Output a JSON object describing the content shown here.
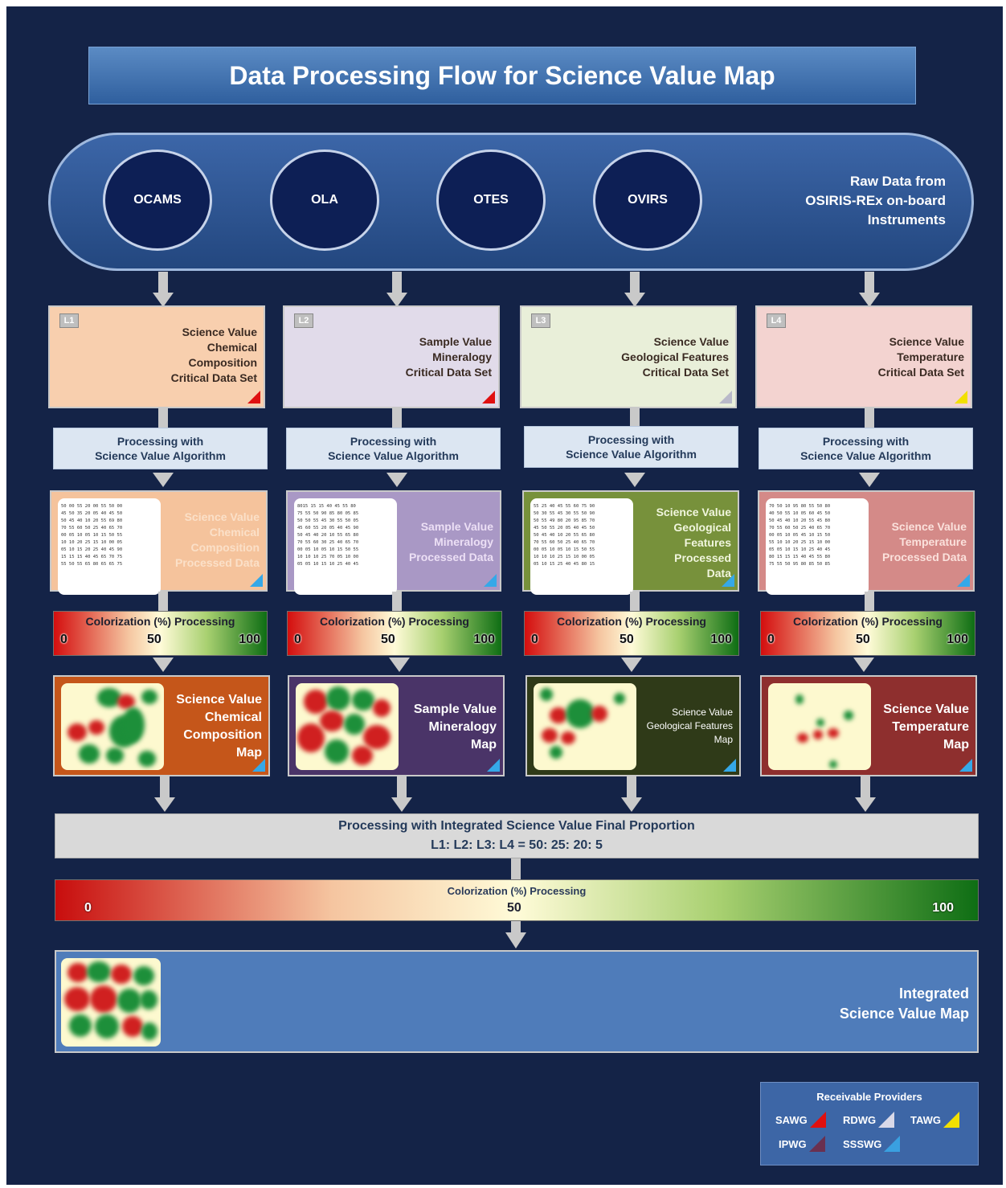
{
  "title": "Data Processing Flow for Science Value Map",
  "instruments": [
    "OCAMS",
    "OLA",
    "OTES",
    "OVIRS"
  ],
  "raw_label": [
    "Raw Data from",
    "OSIRIS-REx on-board",
    "Instruments"
  ],
  "datasets": [
    {
      "level": "L1",
      "lines": [
        "Science Value",
        "Chemical",
        "Composition",
        "Critical Data Set"
      ],
      "bg": "#f8cfae",
      "corner": "#e01010"
    },
    {
      "level": "L2",
      "lines": [
        "Sample Value",
        "Mineralogy",
        "Critical Data Set"
      ],
      "bg": "#e1dbea",
      "corner": "#e01010"
    },
    {
      "level": "L3",
      "lines": [
        "Science Value",
        "Geological Features",
        "Critical Data Set"
      ],
      "bg": "#e9efd9",
      "corner": "#b9b9c9"
    },
    {
      "level": "L4",
      "lines": [
        "Science Value",
        "Temperature",
        "Critical Data Set"
      ],
      "bg": "#f3d3d0",
      "corner": "#f2e000"
    }
  ],
  "algorithm": [
    "Processing with",
    "Science Value Algorithm"
  ],
  "processed": [
    {
      "lines": [
        "Science Value",
        "Chemical",
        "Composition",
        "Processed Data"
      ],
      "bg": "#f5c39c",
      "color": "#fbe0c8",
      "numbers": "50 00 55 20 00 55 50 00\n45 50 35 20 05 40 45 50\n50 45 40 10 20 55 69 80\n70 55 60 50 25 40 65 70\n00 05 10 05 10 15 50 55\n10 10 20 25 15 10 00 05\n05 10 15 20 25 40 45 90\n15 15 15 40 45 65 70 75\n55 50 55 65 80 65 65 75"
    },
    {
      "lines": [
        "Sample Value",
        "Mineralogy",
        "Processed Data"
      ],
      "bg": "#a998c5",
      "color": "#ecdff5",
      "numbers": "8015 15 15 40 45 55 80\n75 55 50 90 85 80 05 85\n50 50 55 45 30 55 50 05\n45 60 55 20 05 40 45 90\n50 45 40 20 10 55 65 80\n70 55 60 30 25 40 65 70\n00 05 10 05 10 15 50 55\n10 10 10 25 70 05 10 00\n05 05 10 15 10 25 40 45"
    },
    {
      "lines": [
        "Science Value",
        "Geological",
        "Features",
        "Processed",
        "Data"
      ],
      "bg": "#77913b",
      "color": "#f1f6de",
      "numbers": "55 25 40 45 55 60 75 90\n50 30 55 45 30 55 50 90\n50 55 49 80 20 95 85 70\n45 50 55 20 05 40 45 50\n50 45 40 10 20 55 65 80\n70 55 60 50 25 40 65 70\n00 05 10 05 10 15 50 55\n10 10 10 25 15 10 00 05\n05 10 15 25 40 45 80 15"
    },
    {
      "lines": [
        "Science Value",
        "Temperature",
        "Processed Data"
      ],
      "bg": "#d48a88",
      "color": "#fbe1dc",
      "numbers": "70 50 10 95 80 55 50 80\n40 50 55 10 05 60 45 50\n50 45 40 10 20 55 45 80\n70 55 60 50 25 40 65 70\n00 05 10 05 45 10 15 50\n55 10 10 20 25 15 10 00\n05 05 10 15 10 25 40 45\n80 15 15 15 40 45 55 80\n75 55 50 95 80 85 50 85"
    }
  ],
  "colorization": {
    "label": "Colorization (%) Processing",
    "min": "0",
    "mid": "50",
    "max": "100"
  },
  "maps": [
    {
      "lines": [
        "Science Value",
        "Chemical",
        "Composition",
        "Map"
      ],
      "bg": "#c5561a"
    },
    {
      "lines": [
        "Sample Value",
        "Mineralogy",
        "Map"
      ],
      "bg": "#4a3468"
    },
    {
      "lines": [
        "Science Value",
        "Geological Features",
        "Map"
      ],
      "bg": "#2f3a18"
    },
    {
      "lines": [
        "Science Value",
        "Temperature",
        "Map"
      ],
      "bg": "#8e2f2e"
    }
  ],
  "final_processing": [
    "Processing with Integrated Science Value Final Proportion",
    "L1: L2: L3: L4 = 50: 25: 20: 5"
  ],
  "final_colorization": {
    "label": "Colorization (%) Processing",
    "min": "0",
    "mid": "50",
    "max": "100"
  },
  "integrated_map": [
    "Integrated",
    "Science Value Map"
  ],
  "legend": {
    "title": "Receivable Providers",
    "items": [
      {
        "name": "SAWG",
        "color": "#e01010"
      },
      {
        "name": "RDWG",
        "color": "#d8d8e8"
      },
      {
        "name": "TAWG",
        "color": "#f2e000"
      },
      {
        "name": "IPWG",
        "color": "#6a3050"
      },
      {
        "name": "SSSWG",
        "color": "#3aa0e0"
      }
    ]
  }
}
